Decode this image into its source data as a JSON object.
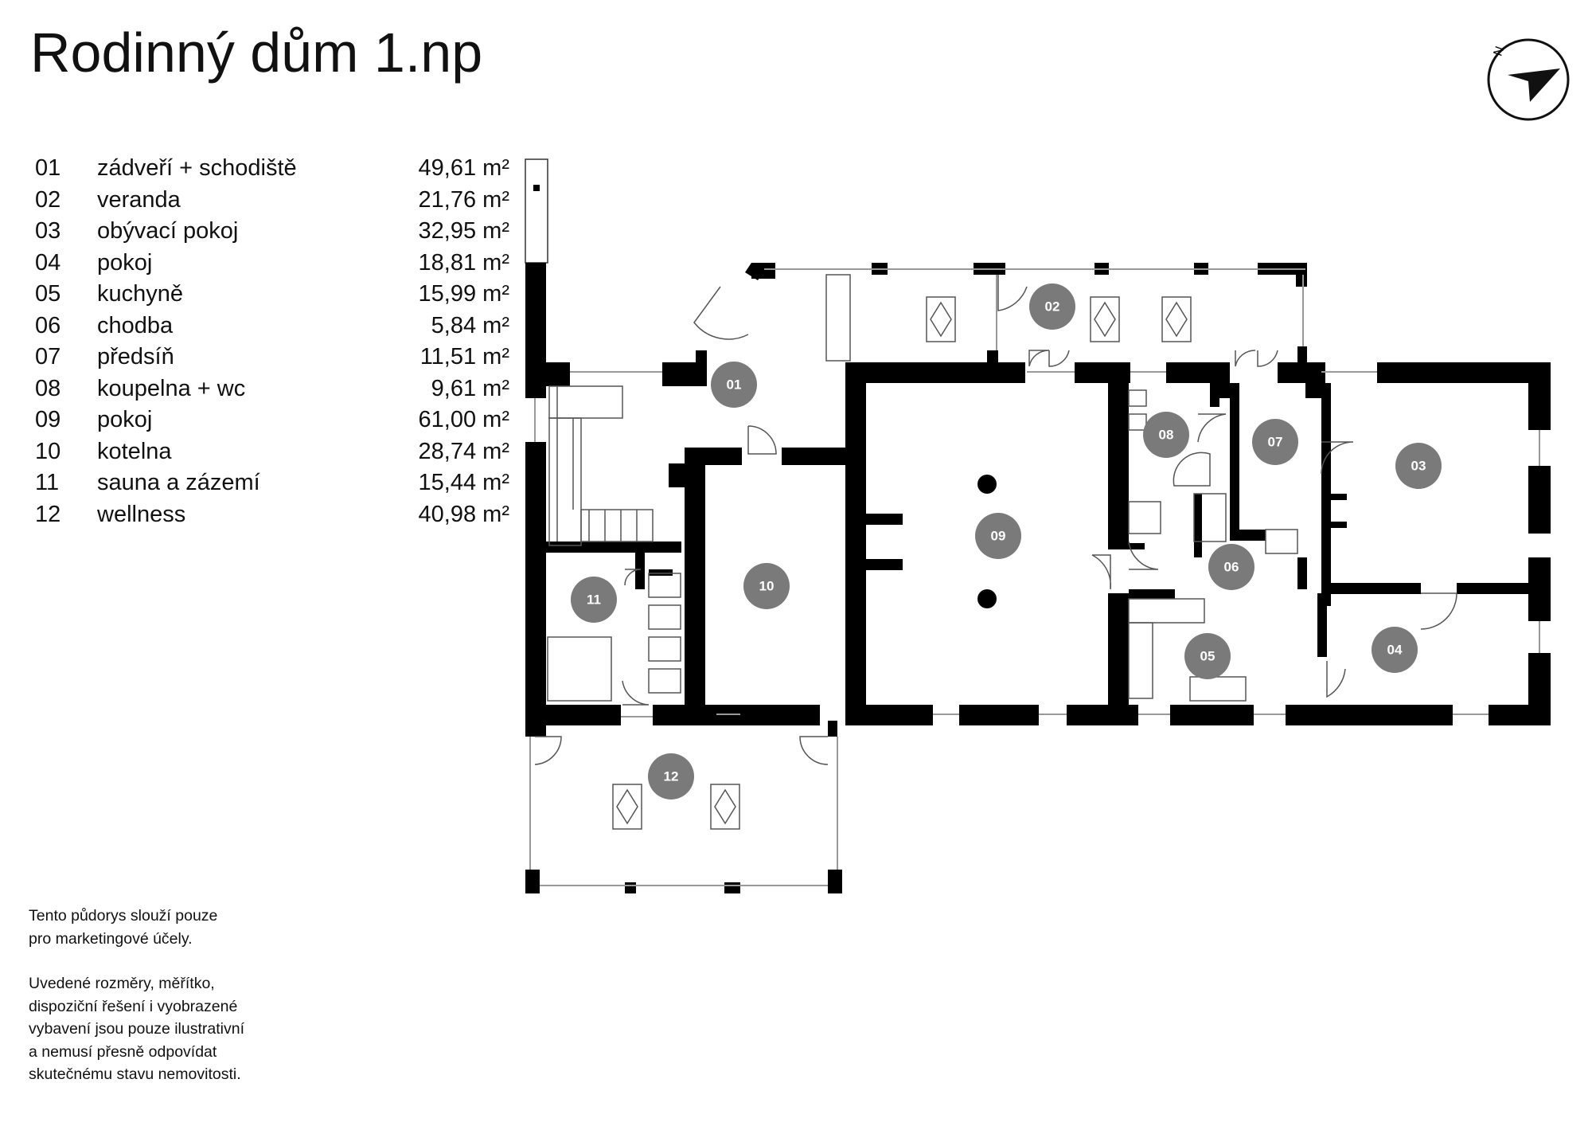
{
  "title": "Rodinný dům 1.np",
  "rooms": [
    {
      "num": "01",
      "name": "zádveří + schodiště",
      "area": "49,61 m²"
    },
    {
      "num": "02",
      "name": "veranda",
      "area": "21,76 m²"
    },
    {
      "num": "03",
      "name": "obývací pokoj",
      "area": "32,95 m²"
    },
    {
      "num": "04",
      "name": "pokoj",
      "area": "18,81 m²"
    },
    {
      "num": "05",
      "name": "kuchyně",
      "area": "15,99 m²"
    },
    {
      "num": "06",
      "name": "chodba",
      "area": "5,84 m²"
    },
    {
      "num": "07",
      "name": "předsíň",
      "area": "11,51 m²"
    },
    {
      "num": "08",
      "name": "koupelna + wc",
      "area": "9,61 m²"
    },
    {
      "num": "09",
      "name": "pokoj",
      "area": "61,00 m²"
    },
    {
      "num": "10",
      "name": "kotelna",
      "area": "28,74 m²"
    },
    {
      "num": "11",
      "name": "sauna a zázemí",
      "area": "15,44 m²"
    },
    {
      "num": "12",
      "name": "wellness",
      "area": "40,98 m²"
    }
  ],
  "disclaimer": {
    "p1_line1": "Tento půdorys slouží pouze",
    "p1_line2": "pro marketingové účely.",
    "p2_line1": "Uvedené rozměry, měřítko,",
    "p2_line2": "dispoziční řešení i vyobrazené",
    "p2_line3": "vybavení jsou pouze ilustrativní",
    "p2_line4": "a nemusí přesně odpovídat",
    "p2_line5": "skutečnému stavu nemovitosti."
  },
  "compass": {
    "label": "N",
    "icon": "north-arrow-icon"
  },
  "colors": {
    "walls": "#000000",
    "room_marker": "#7a7a7a",
    "marker_text": "#ffffff"
  },
  "plan_labels": {
    "m01": "01",
    "m02": "02",
    "m03": "03",
    "m04": "04",
    "m05": "05",
    "m06": "06",
    "m07": "07",
    "m08": "08",
    "m09": "09",
    "m10": "10",
    "m11": "11",
    "m12": "12"
  }
}
